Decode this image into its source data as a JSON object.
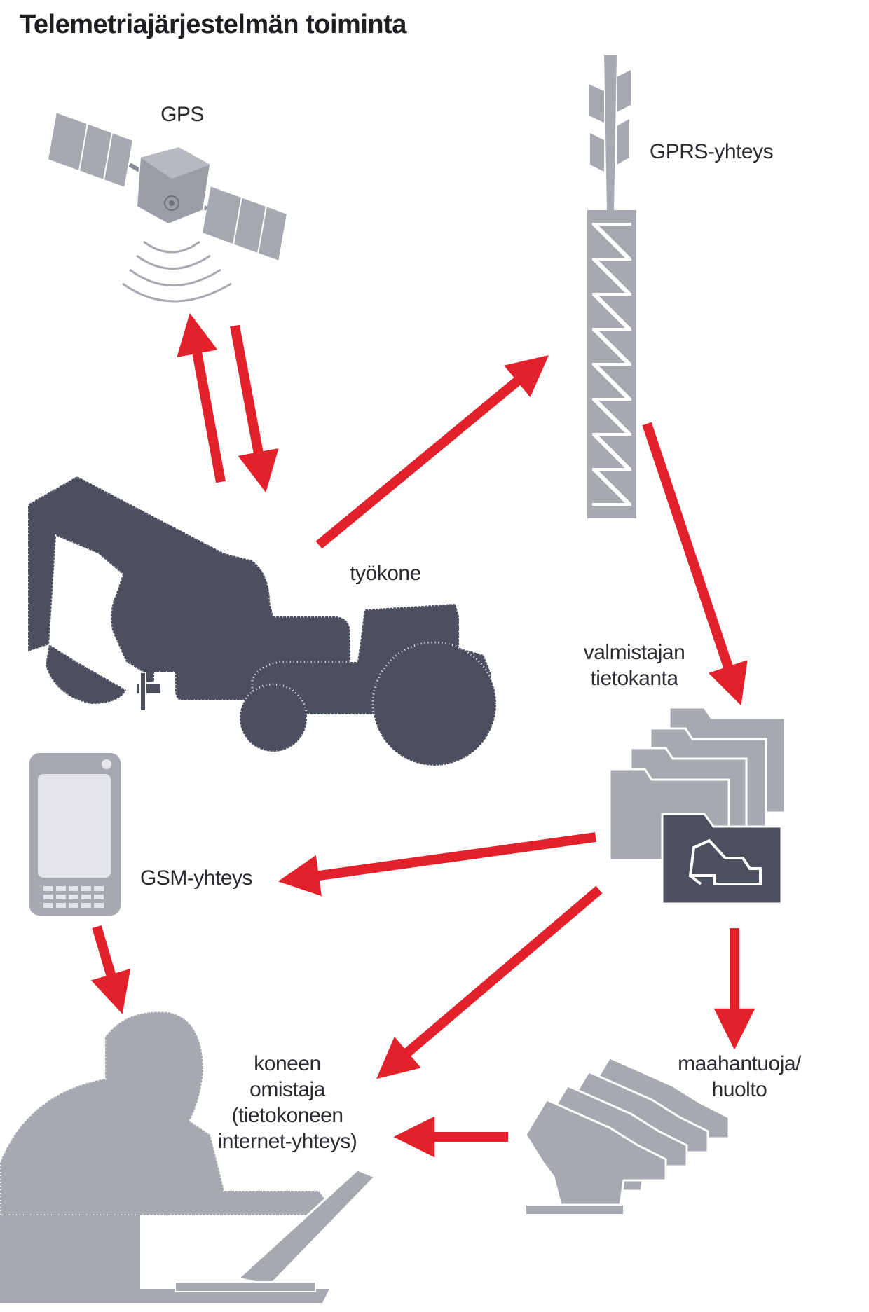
{
  "title": "Telemetriajärjestelmän toiminta",
  "labels": {
    "gps": "GPS",
    "gprs": "GPRS-yhteys",
    "machine": "työkone",
    "database": [
      "valmistajan",
      "tietokanta"
    ],
    "gsm": "GSM-yhteys",
    "owner": [
      "koneen",
      "omistaja",
      "(tietokoneen",
      "internet-yhteys)"
    ],
    "importer": [
      "maahantuoja/",
      "huolto"
    ]
  },
  "colors": {
    "arrow": "#e3212b",
    "dark_icon": "#4b4f5e",
    "mid_icon": "#8a8d97",
    "light_icon": "#a7a9b1",
    "text": "#2a2a30"
  },
  "icons": [
    "satellite-icon",
    "radio-tower-icon",
    "excavator-icon",
    "tractor-icon",
    "phone-icon",
    "folders-icon",
    "person-laptop-icon",
    "excavators-stack-icon"
  ]
}
